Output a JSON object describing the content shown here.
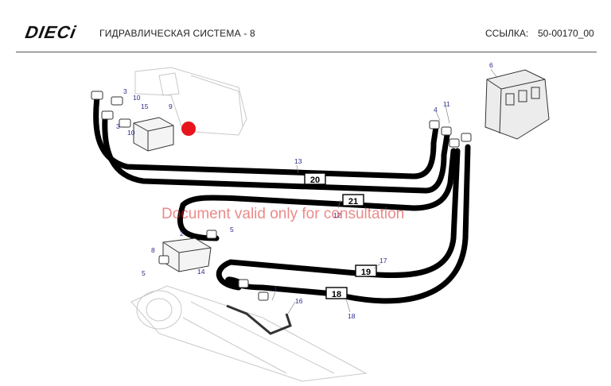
{
  "header": {
    "logo": "DIECi",
    "title": "ГИДРАВЛИЧЕСКАЯ СИСТЕМА - 8",
    "ref_label": "ССЫЛКА:",
    "ref_code": "50-00170_00"
  },
  "watermark": "Document valid only for consultation",
  "callouts": {
    "c1": "1",
    "c2": "2",
    "c3a": "3",
    "c3b": "3",
    "c4": "4",
    "c5a": "5",
    "c5b": "5",
    "c6": "6",
    "c8": "8",
    "c9": "9",
    "c10a": "10",
    "c10b": "10",
    "c11": "11",
    "c12": "12",
    "c13": "13",
    "c14": "14",
    "c15": "15",
    "c16": "16",
    "c17": "17",
    "c18": "18"
  },
  "hose_tags": {
    "h18": "18",
    "h19": "19",
    "h20": "20",
    "h21": "21"
  },
  "colors": {
    "accent": "#e8141c",
    "callout": "#2a2a8a"
  }
}
